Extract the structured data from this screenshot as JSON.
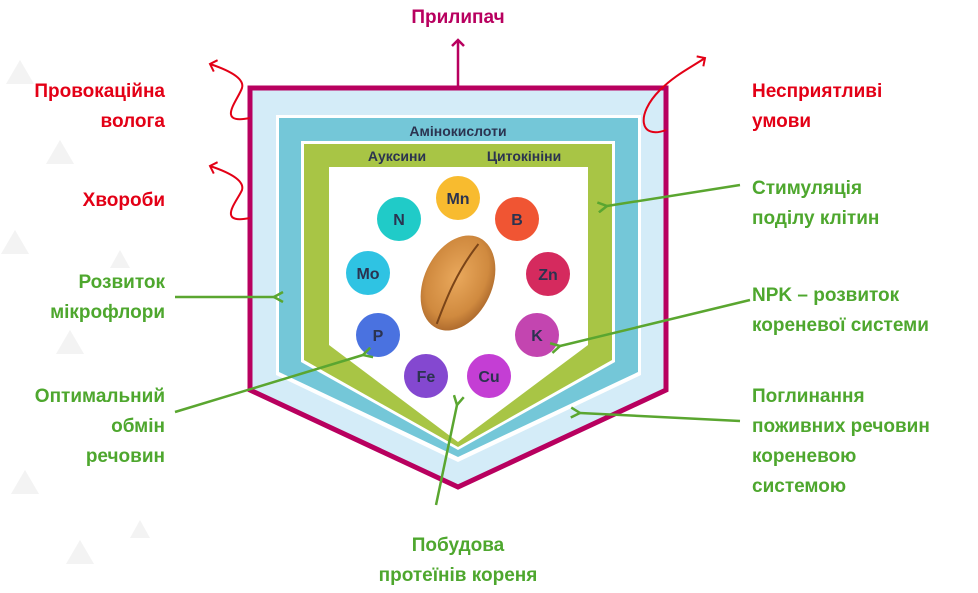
{
  "top_label": "Прилипач",
  "left_labels": {
    "provocative_moisture": [
      "Провокаційна",
      "волога"
    ],
    "diseases": "Хвороби",
    "microflora": [
      "Розвиток",
      "мікрофлори"
    ],
    "metabolism": [
      "Оптимальний",
      "обмін",
      "речовин"
    ]
  },
  "right_labels": {
    "adverse_conditions": [
      "Несприятливі",
      "умови"
    ],
    "cell_division": [
      "Стимуляція",
      "поділу клітин"
    ],
    "npk": [
      "NPK – розвиток",
      "кореневої системи"
    ],
    "absorption": [
      "Поглинання",
      "поживних речовин",
      "кореневою",
      "системою"
    ]
  },
  "bottom_label": [
    "Побудова",
    "протеїнів кореня"
  ],
  "layers": {
    "amino": "Амінокислоти",
    "auxins": "Ауксини",
    "cytokinins": "Цитокініни"
  },
  "elements": [
    {
      "symbol": "Mn",
      "color": "#f8bb2f"
    },
    {
      "symbol": "N",
      "color": "#20cbc8"
    },
    {
      "symbol": "B",
      "color": "#f05533"
    },
    {
      "symbol": "Mo",
      "color": "#2fc3e3"
    },
    {
      "symbol": "Zn",
      "color": "#d52a5e"
    },
    {
      "symbol": "P",
      "color": "#4a72e0"
    },
    {
      "symbol": "K",
      "color": "#c345b0"
    },
    {
      "symbol": "Fe",
      "color": "#8448d0"
    },
    {
      "symbol": "Cu",
      "color": "#c43ed4"
    }
  ],
  "colors": {
    "magenta": "#b8005f",
    "red": "#e30016",
    "green": "#5aa630",
    "light_blue": "#d4ecf8",
    "teal": "#74c7d8",
    "lime": "#a8c545"
  }
}
